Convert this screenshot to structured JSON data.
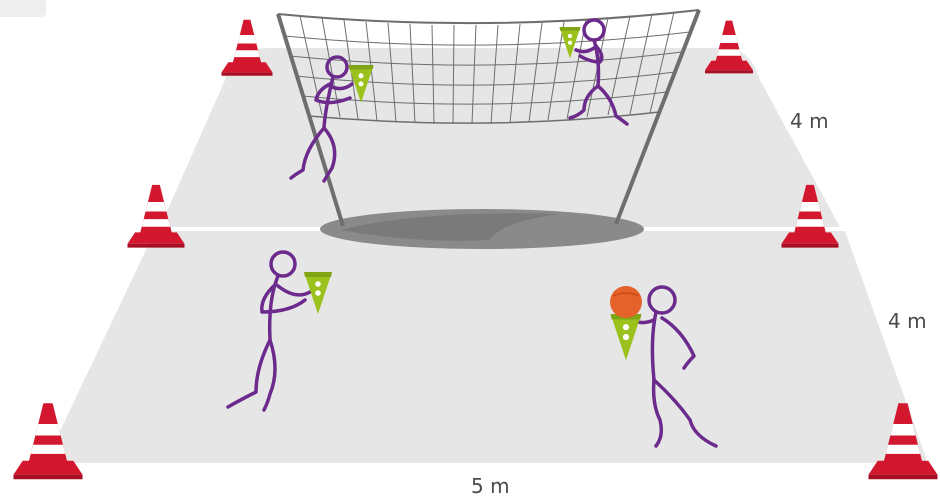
{
  "dimensions": {
    "back_half_depth": "4 m",
    "front_half_depth": "4 m",
    "width": "5 m"
  },
  "colors": {
    "court": "#e6e6e6",
    "court_line": "#ffffff",
    "net": "#6e6e6e",
    "shadow": "#8a8a8a",
    "cone_red": "#d3172e",
    "cone_white": "#ffffff",
    "player": "#6b2a8c",
    "bib": "#9bc21c",
    "ball": "#e5622a",
    "label": "#4a4a4a"
  },
  "icons": [
    "traffic-cone-icon",
    "stick-figure-player-icon",
    "green-bib-icon",
    "ball-icon",
    "volleyball-net-icon"
  ]
}
